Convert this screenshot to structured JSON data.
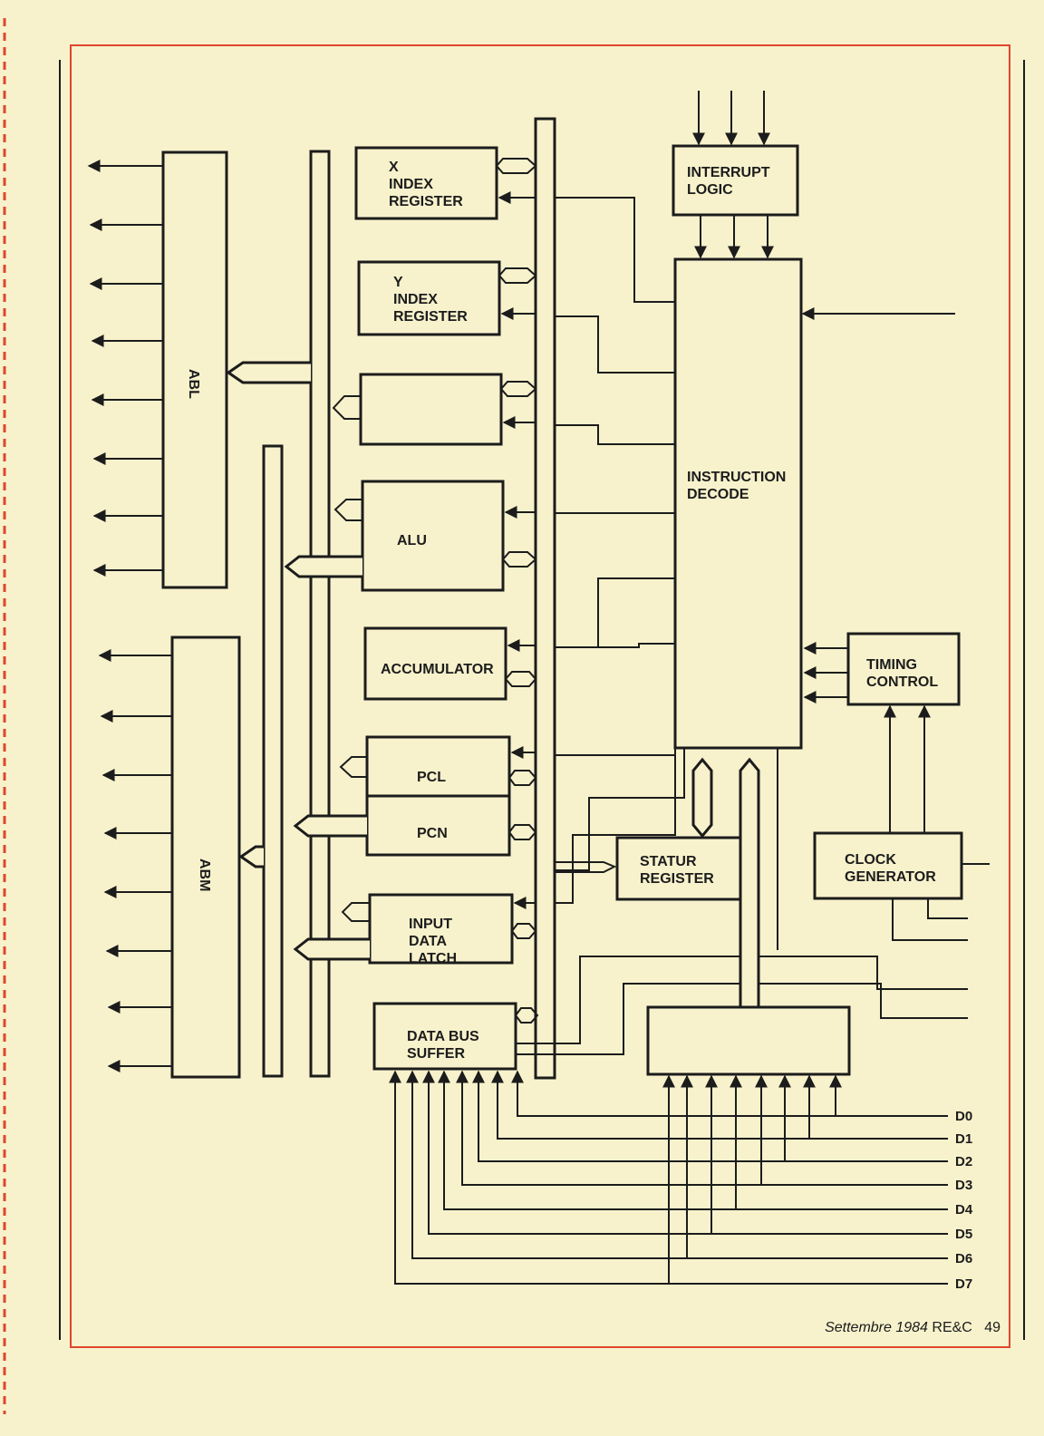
{
  "diagram": {
    "blocks": {
      "x_index": [
        "X",
        "INDEX",
        "REGISTER"
      ],
      "y_index": [
        "Y",
        "INDEX",
        "REGISTER"
      ],
      "alu": "ALU",
      "accumulator": "ACCUMULATOR",
      "pcl": "PCL",
      "pcn": "PCN",
      "input_latch": [
        "INPUT",
        "DATA",
        "LATCH"
      ],
      "data_bus": [
        "DATA BUS",
        "SUFFER"
      ],
      "interrupt": [
        "INTERRUPT",
        "LOGIC"
      ],
      "instruction": [
        "INSTRUCTION",
        "DECODE"
      ],
      "timing": [
        "TIMING",
        "CONTROL"
      ],
      "status": [
        "STATUR",
        "REGISTER"
      ],
      "clock": [
        "CLOCK",
        "GENERATOR"
      ],
      "abl": "ABL",
      "abm": "ABM"
    },
    "data_lines": [
      "D0",
      "D1",
      "D2",
      "D3",
      "D4",
      "D5",
      "D6",
      "D7"
    ]
  },
  "footer": {
    "issue": "Settembre 1984",
    "magazine": "RE&C",
    "page": "49"
  },
  "colors": {
    "paper": "#f7f2cc",
    "frame": "#e0462e",
    "ink": "#1c1c1c"
  }
}
